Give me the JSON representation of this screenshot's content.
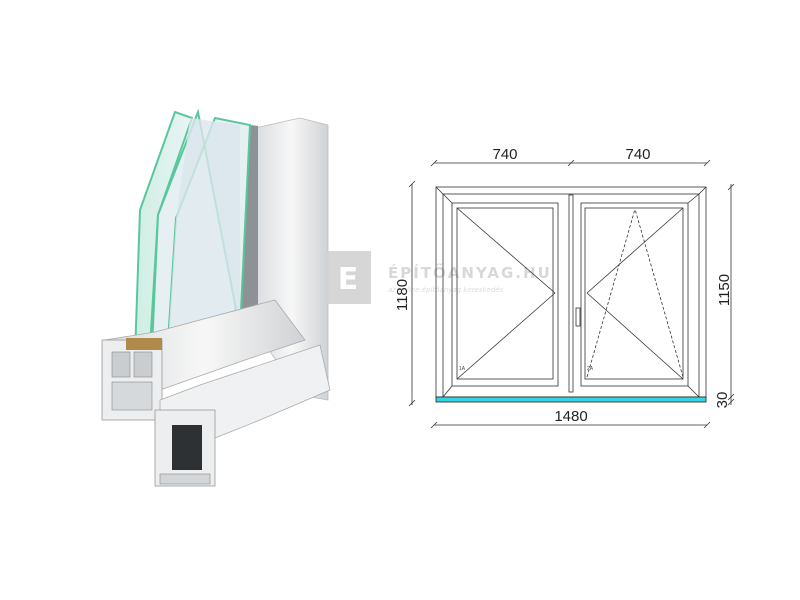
{
  "profile_image": {
    "description_icon": "window-profile-cross-section",
    "glass_color": "#9fe0c8",
    "frame_color": "#f2f2f2"
  },
  "drawing": {
    "top_dims": [
      "740",
      "740"
    ],
    "total_width": "1480",
    "total_height": "1180",
    "frame_height": "1150",
    "sill_height": "30",
    "sash_labels": [
      "1A",
      "2A"
    ],
    "sill_color": "#33d6e0"
  },
  "watermark": {
    "title": "ÉPÍTŐANYAG.HU",
    "subtitle": "az online építőanyag kereskedés"
  }
}
